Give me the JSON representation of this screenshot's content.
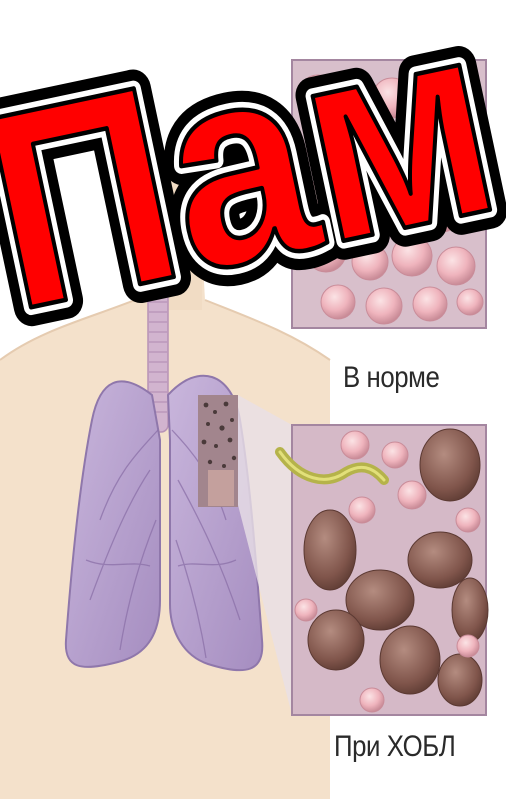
{
  "overlay": {
    "text": "Пам",
    "color": "#ff0000",
    "outline_color": "#000000"
  },
  "labels": {
    "normal": "В норме",
    "copd": "При ХОБЛ"
  },
  "colors": {
    "skin": "#f3dfc8",
    "lung": "#b8a3cf",
    "trachea": "#cfb1cc",
    "alveoli_normal": "#f0b8c0",
    "alveoli_damaged": "#8c6258",
    "panel_background": "#d5b9c7",
    "bronchus": "#b5b34a"
  }
}
